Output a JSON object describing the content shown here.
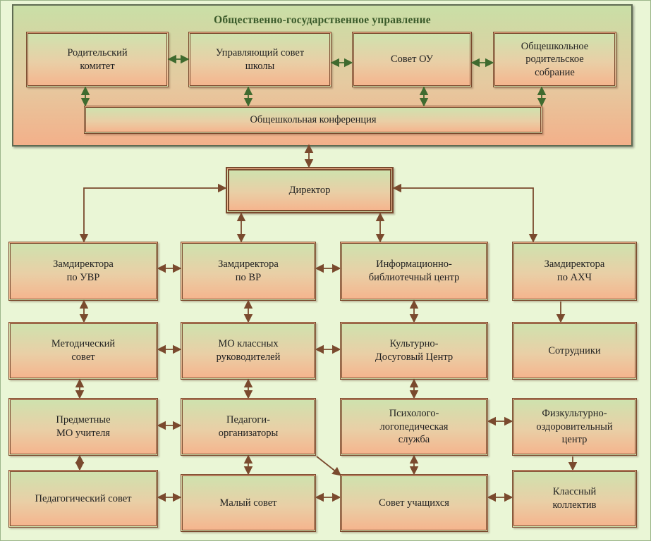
{
  "top_panel": {
    "title": "Общественно-государственное управление"
  },
  "nodes": {
    "parent_committee": [
      "Родительский",
      "комитет"
    ],
    "governing_council": [
      "Управляющий совет",
      "школы"
    ],
    "council_ou": [
      "Совет ОУ"
    ],
    "parent_assembly": [
      "Общешкольное",
      "родительское",
      "собрание"
    ],
    "school_conference": [
      "Общешкольная конференция"
    ],
    "director": [
      "Директор"
    ],
    "deputy_uvr": [
      "Замдиректора",
      "по УВР"
    ],
    "deputy_vr": [
      "Замдиректора",
      "по ВР"
    ],
    "info_library": [
      "Информационно-",
      "библиотечный центр"
    ],
    "deputy_ahch": [
      "Замдиректора",
      "по АХЧ"
    ],
    "methodical_council": [
      "Методический",
      "совет"
    ],
    "mo_class_teachers": [
      "МО классных",
      "руководителей"
    ],
    "cultural_center": [
      "Культурно-",
      "Досуговый Центр"
    ],
    "staff": [
      "Сотрудники"
    ],
    "subject_mo": [
      "Предметные",
      "МО учителя"
    ],
    "organizers": [
      "Педагоги-",
      "организаторы"
    ],
    "psych_service": [
      "Психолого-",
      "логопедическая",
      "служба"
    ],
    "sport_center": [
      "Физкультурно-",
      "оздоровительный",
      "центр"
    ],
    "ped_council": [
      "Педагогический совет"
    ],
    "small_council": [
      "Малый совет"
    ],
    "student_council": [
      "Совет учащихся"
    ],
    "class_collective": [
      "Классный",
      "коллектив"
    ]
  },
  "colors": {
    "top_arrows": "#3f6b2f",
    "bottom_arrows": "#7a4a2e",
    "box_border": "#7a4a2e"
  }
}
